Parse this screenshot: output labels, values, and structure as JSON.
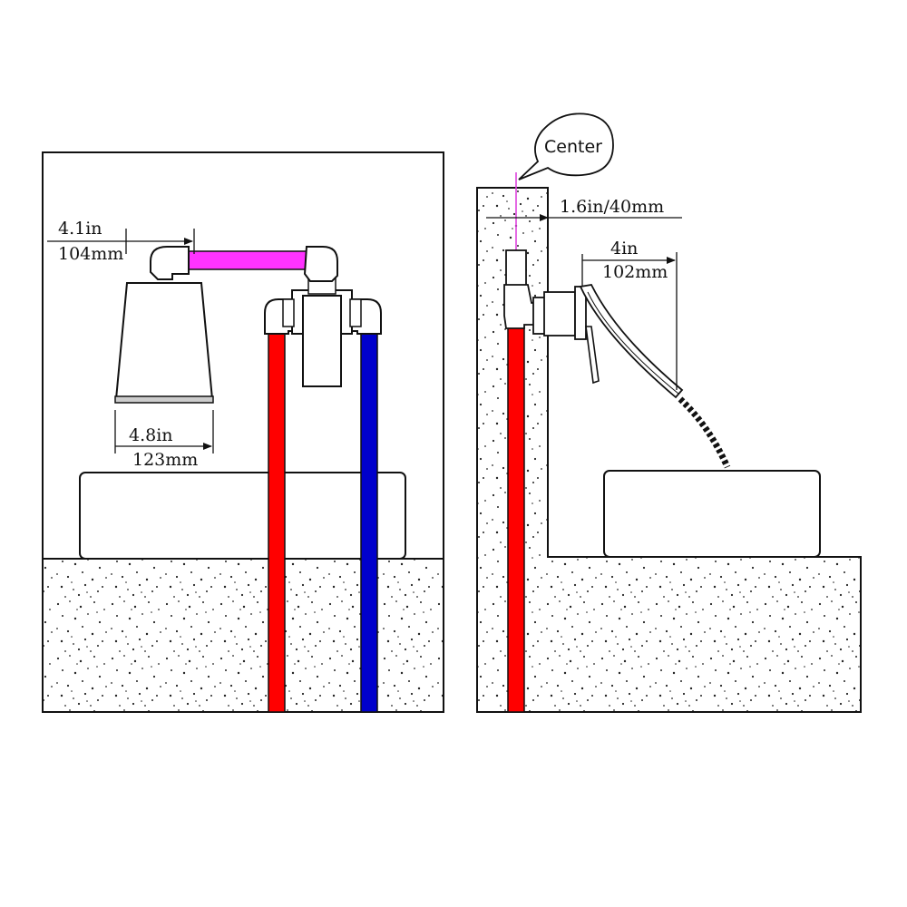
{
  "labels": {
    "shower_offset_in": "4.1in",
    "shower_offset_mm": "104mm",
    "shower_width_in": "4.8in",
    "shower_width_mm": "123mm",
    "wall_depth": "1.6in/40mm",
    "spout_in": "4in",
    "spout_mm": "102mm",
    "center_callout": "Center"
  },
  "colors": {
    "hot_pipe": "#ff0000",
    "cold_pipe": "#0000cc",
    "top_pipe": "#ff33ff",
    "center_line": "#dd44dd",
    "outline": "#111111"
  }
}
